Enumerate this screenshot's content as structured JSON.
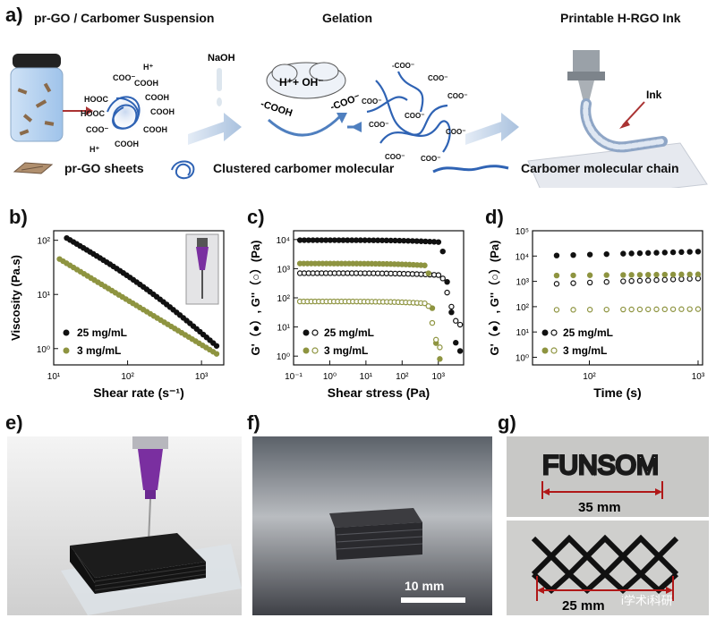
{
  "panel_a": {
    "label": "a)",
    "titles": [
      "pr-GO / Carbomer Suspension",
      "Gelation",
      "Printable H-RGO Ink"
    ],
    "naoh": "NaOH",
    "ion_text": "H⁺+ OH⁻",
    "cooh_left": "-COOH",
    "coo_right": "-COO⁻",
    "ink_label": "Ink",
    "legend": [
      "pr-GO sheets",
      "Clustered carbomer molecular",
      "Carbomer molecular chain"
    ]
  },
  "panel_b": {
    "label": "b)"
  },
  "panel_c": {
    "label": "c)"
  },
  "panel_d": {
    "label": "d)"
  },
  "panel_e": {
    "label": "e)"
  },
  "panel_f": {
    "label": "f)",
    "scale_bar": "10 mm"
  },
  "panel_g": {
    "label": "g)",
    "word": "FUNSOM",
    "dim_top": "35 mm",
    "dim_bottom": "25 mm"
  },
  "watermark": "i学术i科研",
  "colors": {
    "black_series": "#111111",
    "olive_series": "#8e9440",
    "blue": "#2f63b4"
  },
  "chart_data": [
    {
      "type": "scatter",
      "panel": "b",
      "xlabel": "Shear rate (s⁻¹)",
      "ylabel": "Viscosity (Pa.s)",
      "xscale": "log",
      "yscale": "log",
      "xlim": [
        10,
        2000
      ],
      "ylim": [
        0.5,
        150
      ],
      "xticks": [
        {
          "v": 10,
          "l": "10¹"
        },
        {
          "v": 100,
          "l": "10²"
        },
        {
          "v": 1000,
          "l": "10³"
        }
      ],
      "yticks": [
        {
          "v": 1,
          "l": "10⁰"
        },
        {
          "v": 10,
          "l": "10¹"
        },
        {
          "v": 100,
          "l": "10²"
        }
      ],
      "series": [
        {
          "name": "25 mg/mL",
          "color": "#111111",
          "filled": true,
          "x0": 15,
          "x1": 1600,
          "y0": 110,
          "y1": 1.1
        },
        {
          "name": "3 mg/mL",
          "color": "#8e9440",
          "filled": true,
          "x0": 12,
          "x1": 1600,
          "y0": 45,
          "y1": 0.8
        }
      ]
    },
    {
      "type": "scatter",
      "panel": "c",
      "xlabel": "Shear stress (Pa)",
      "ylabel": "G'（●）, G''（○）(Pa)",
      "xscale": "log",
      "yscale": "log",
      "xlim": [
        0.1,
        5000
      ],
      "ylim": [
        0.5,
        20000
      ],
      "xticks": [
        {
          "v": 0.1,
          "l": "10⁻¹"
        },
        {
          "v": 1,
          "l": "10⁰"
        },
        {
          "v": 10,
          "l": "10¹"
        },
        {
          "v": 100,
          "l": "10²"
        },
        {
          "v": 1000,
          "l": "10³"
        }
      ],
      "yticks": [
        {
          "v": 1,
          "l": "10⁰"
        },
        {
          "v": 10,
          "l": "10¹"
        },
        {
          "v": 100,
          "l": "10²"
        },
        {
          "v": 1000,
          "l": "10³"
        },
        {
          "v": 10000,
          "l": "10⁴"
        }
      ],
      "series": [
        {
          "name": "25 mg/mL G'",
          "color": "#111111",
          "filled": true,
          "x0": 0.15,
          "x1": 4000,
          "plateau": 9500,
          "brk": 1200,
          "end": 1.5
        },
        {
          "name": "25 mg/mL G''",
          "color": "#111111",
          "filled": false,
          "x0": 0.15,
          "x1": 4000,
          "plateau": 700,
          "brk": 1200,
          "end": 12
        },
        {
          "name": "3 mg/mL G'",
          "color": "#8e9440",
          "filled": true,
          "x0": 0.15,
          "x1": 1100,
          "plateau": 1500,
          "brk": 500,
          "end": 0.8
        },
        {
          "name": "3 mg/mL G''",
          "color": "#8e9440",
          "filled": false,
          "x0": 0.15,
          "x1": 1100,
          "plateau": 75,
          "brk": 500,
          "end": 2
        }
      ],
      "legend": [
        "25 mg/mL",
        "3 mg/mL"
      ]
    },
    {
      "type": "scatter",
      "panel": "d",
      "xlabel": "Time (s)",
      "ylabel": "G'（●）, G''（○）(Pa)",
      "xscale": "log",
      "yscale": "log",
      "xlim": [
        30,
        1100
      ],
      "ylim": [
        0.5,
        100000
      ],
      "xticks": [
        {
          "v": 100,
          "l": "10²"
        },
        {
          "v": 1000,
          "l": "10³"
        }
      ],
      "yticks": [
        {
          "v": 1,
          "l": "10⁰"
        },
        {
          "v": 10,
          "l": "10¹"
        },
        {
          "v": 100,
          "l": "10²"
        },
        {
          "v": 1000,
          "l": "10³"
        },
        {
          "v": 10000,
          "l": "10⁴"
        },
        {
          "v": 100000,
          "l": "10⁵"
        }
      ],
      "series": [
        {
          "name": "25 mg/mL G'",
          "color": "#111111",
          "filled": true,
          "y0": 10500,
          "y1": 15000
        },
        {
          "name": "25 mg/mL G''",
          "color": "#111111",
          "filled": false,
          "y0": 800,
          "y1": 1300
        },
        {
          "name": "3 mg/mL G'",
          "color": "#8e9440",
          "filled": true,
          "y0": 1700,
          "y1": 1900
        },
        {
          "name": "3 mg/mL G''",
          "color": "#8e9440",
          "filled": false,
          "y0": 75,
          "y1": 80
        }
      ],
      "legend": [
        "25 mg/mL",
        "3 mg/mL"
      ]
    }
  ]
}
